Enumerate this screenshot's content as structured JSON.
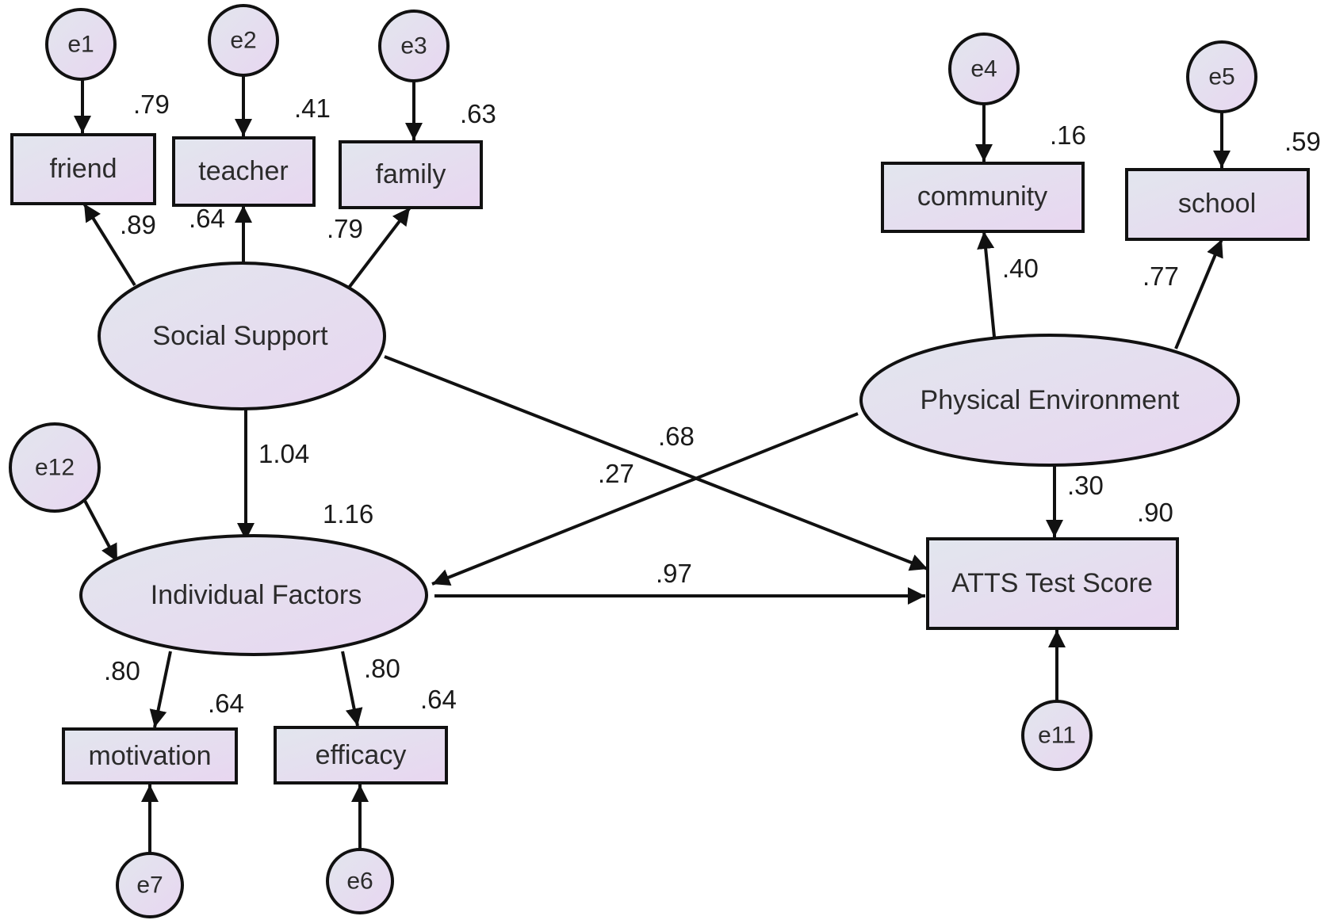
{
  "errors": {
    "e1": "e1",
    "e2": "e2",
    "e3": "e3",
    "e4": "e4",
    "e5": "e5",
    "e6": "e6",
    "e7": "e7",
    "e11": "e11",
    "e12": "e12"
  },
  "observed": {
    "friend": "friend",
    "teacher": "teacher",
    "family": "family",
    "community": "community",
    "school": "school",
    "motivation": "motivation",
    "efficacy": "efficacy",
    "atts": "ATTS Test Score"
  },
  "latent": {
    "social_support": "Social Support",
    "physical_environment": "Physical Environment",
    "individual_factors": "Individual Factors"
  },
  "coefficients": {
    "r2_friend": ".79",
    "r2_teacher": ".41",
    "r2_family": ".63",
    "r2_community": ".16",
    "r2_school": ".59",
    "load_friend": ".89",
    "load_teacher": ".64",
    "load_family": ".79",
    "load_community": ".40",
    "load_school": ".77",
    "ss_to_if": "1.04",
    "r2_if": "1.16",
    "ss_to_atts": ".68",
    "pe_to_if": ".27",
    "pe_to_atts": ".30",
    "r2_atts": ".90",
    "if_to_atts": ".97",
    "load_motivation": ".80",
    "load_efficacy": ".80",
    "r2_motivation": ".64",
    "r2_efficacy": ".64"
  },
  "colors": {
    "fill_left": "#e2e6ee",
    "fill_right": "#e6d8ee",
    "stroke": "#1a1a1a"
  }
}
